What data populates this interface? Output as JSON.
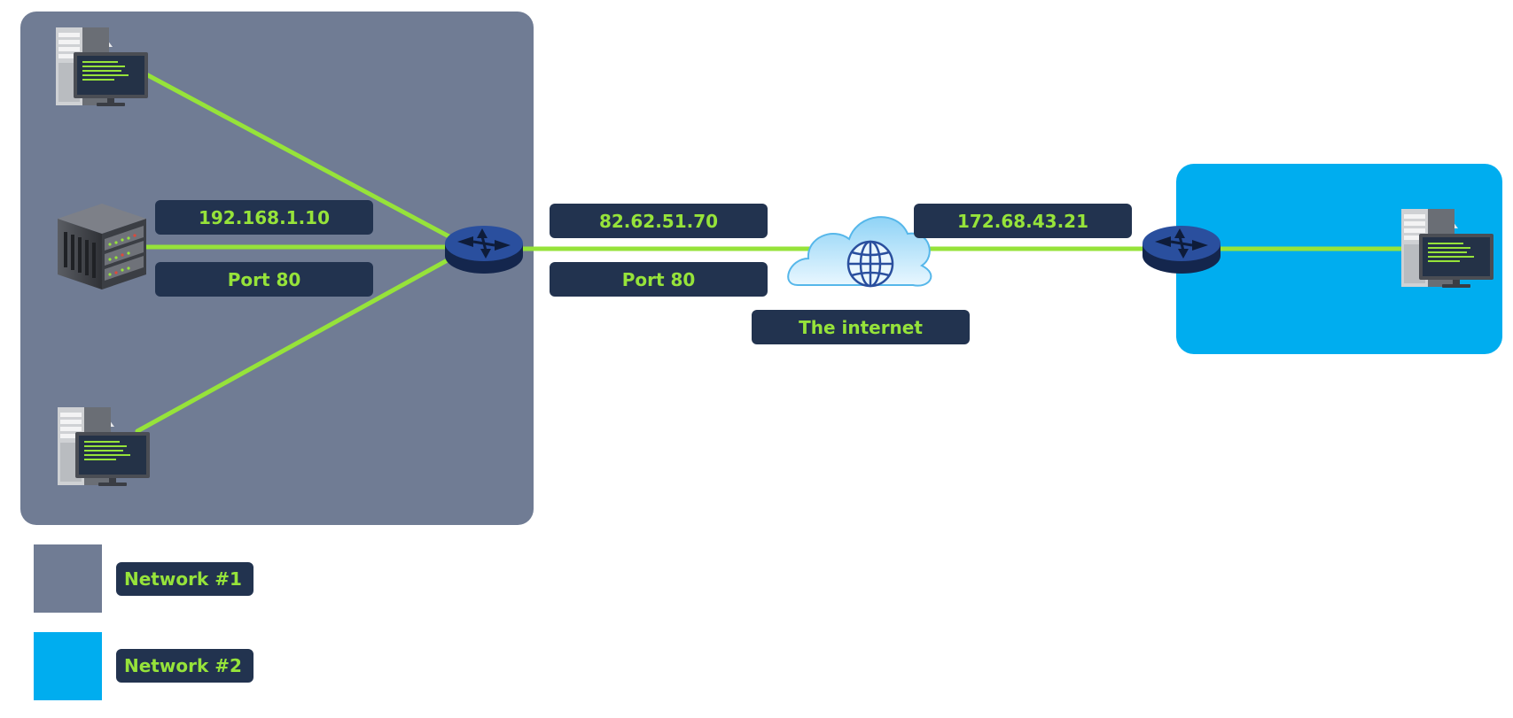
{
  "colors": {
    "network_1": "#707c94",
    "network_2": "#00adef",
    "link": "#96e33a",
    "label_bg": "#22334f",
    "label_text": "#96e33a",
    "router": "#1f3f8a"
  },
  "labels": {
    "lan_ip": "192.168.1.10",
    "lan_port": "Port 80",
    "wan_ip": "82.62.51.70",
    "wan_port": "Port 80",
    "internet": "The internet",
    "remote_ip": "172.68.43.21"
  },
  "legend": [
    {
      "label": "Network #1",
      "color": "#707c94"
    },
    {
      "label": "Network #2",
      "color": "#00adef"
    }
  ],
  "icons": {
    "workstation_top": "desktop-computer-icon",
    "server": "server-rack-icon",
    "workstation_bottom": "desktop-computer-icon",
    "router_1": "router-icon",
    "cloud": "internet-cloud-globe-icon",
    "router_2": "router-icon",
    "remote_workstation": "desktop-computer-icon"
  }
}
